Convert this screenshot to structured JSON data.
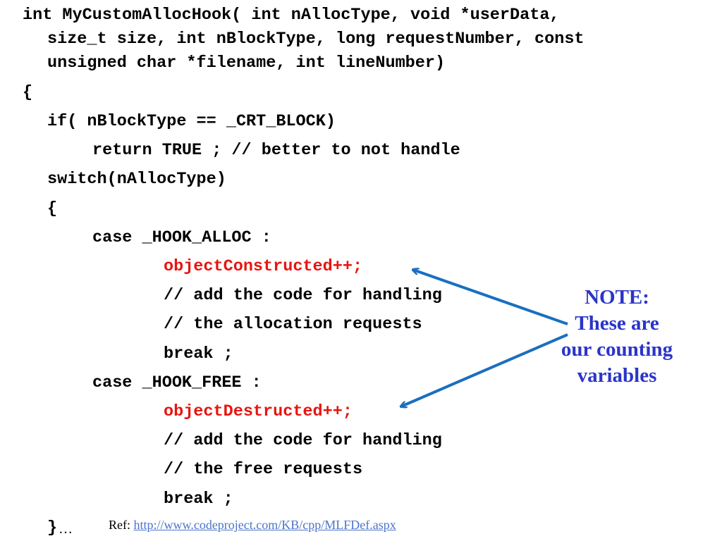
{
  "code": {
    "lines": [
      "int MyCustomAllocHook( int nAllocType, void *userData,",
      "size_t size, int nBlockType, long requestNumber, const",
      "unsigned char *filename, int lineNumber)",
      "{",
      "if( nBlockType == _CRT_BLOCK)",
      "return TRUE ; // better to not handle",
      "switch(nAllocType)",
      "{",
      "case _HOOK_ALLOC :",
      "objectConstructed++;",
      "// add the code for handling",
      "// the allocation requests",
      "break ;",
      "case _HOOK_FREE :",
      "objectDestructed++;",
      "// add the code for handling",
      "// the free requests",
      "break ;",
      "}"
    ],
    "highlight_color": "#e8140f"
  },
  "note": {
    "lines": [
      "NOTE:",
      "These are",
      "our counting",
      "variables"
    ],
    "color": "#2b34c9"
  },
  "arrow_color": "#1a6fbf",
  "footer": {
    "ellipsis": "…",
    "ref_label": "Ref:",
    "ref_link": "http://www.codeproject.com/KB/cpp/MLFDef.aspx"
  }
}
